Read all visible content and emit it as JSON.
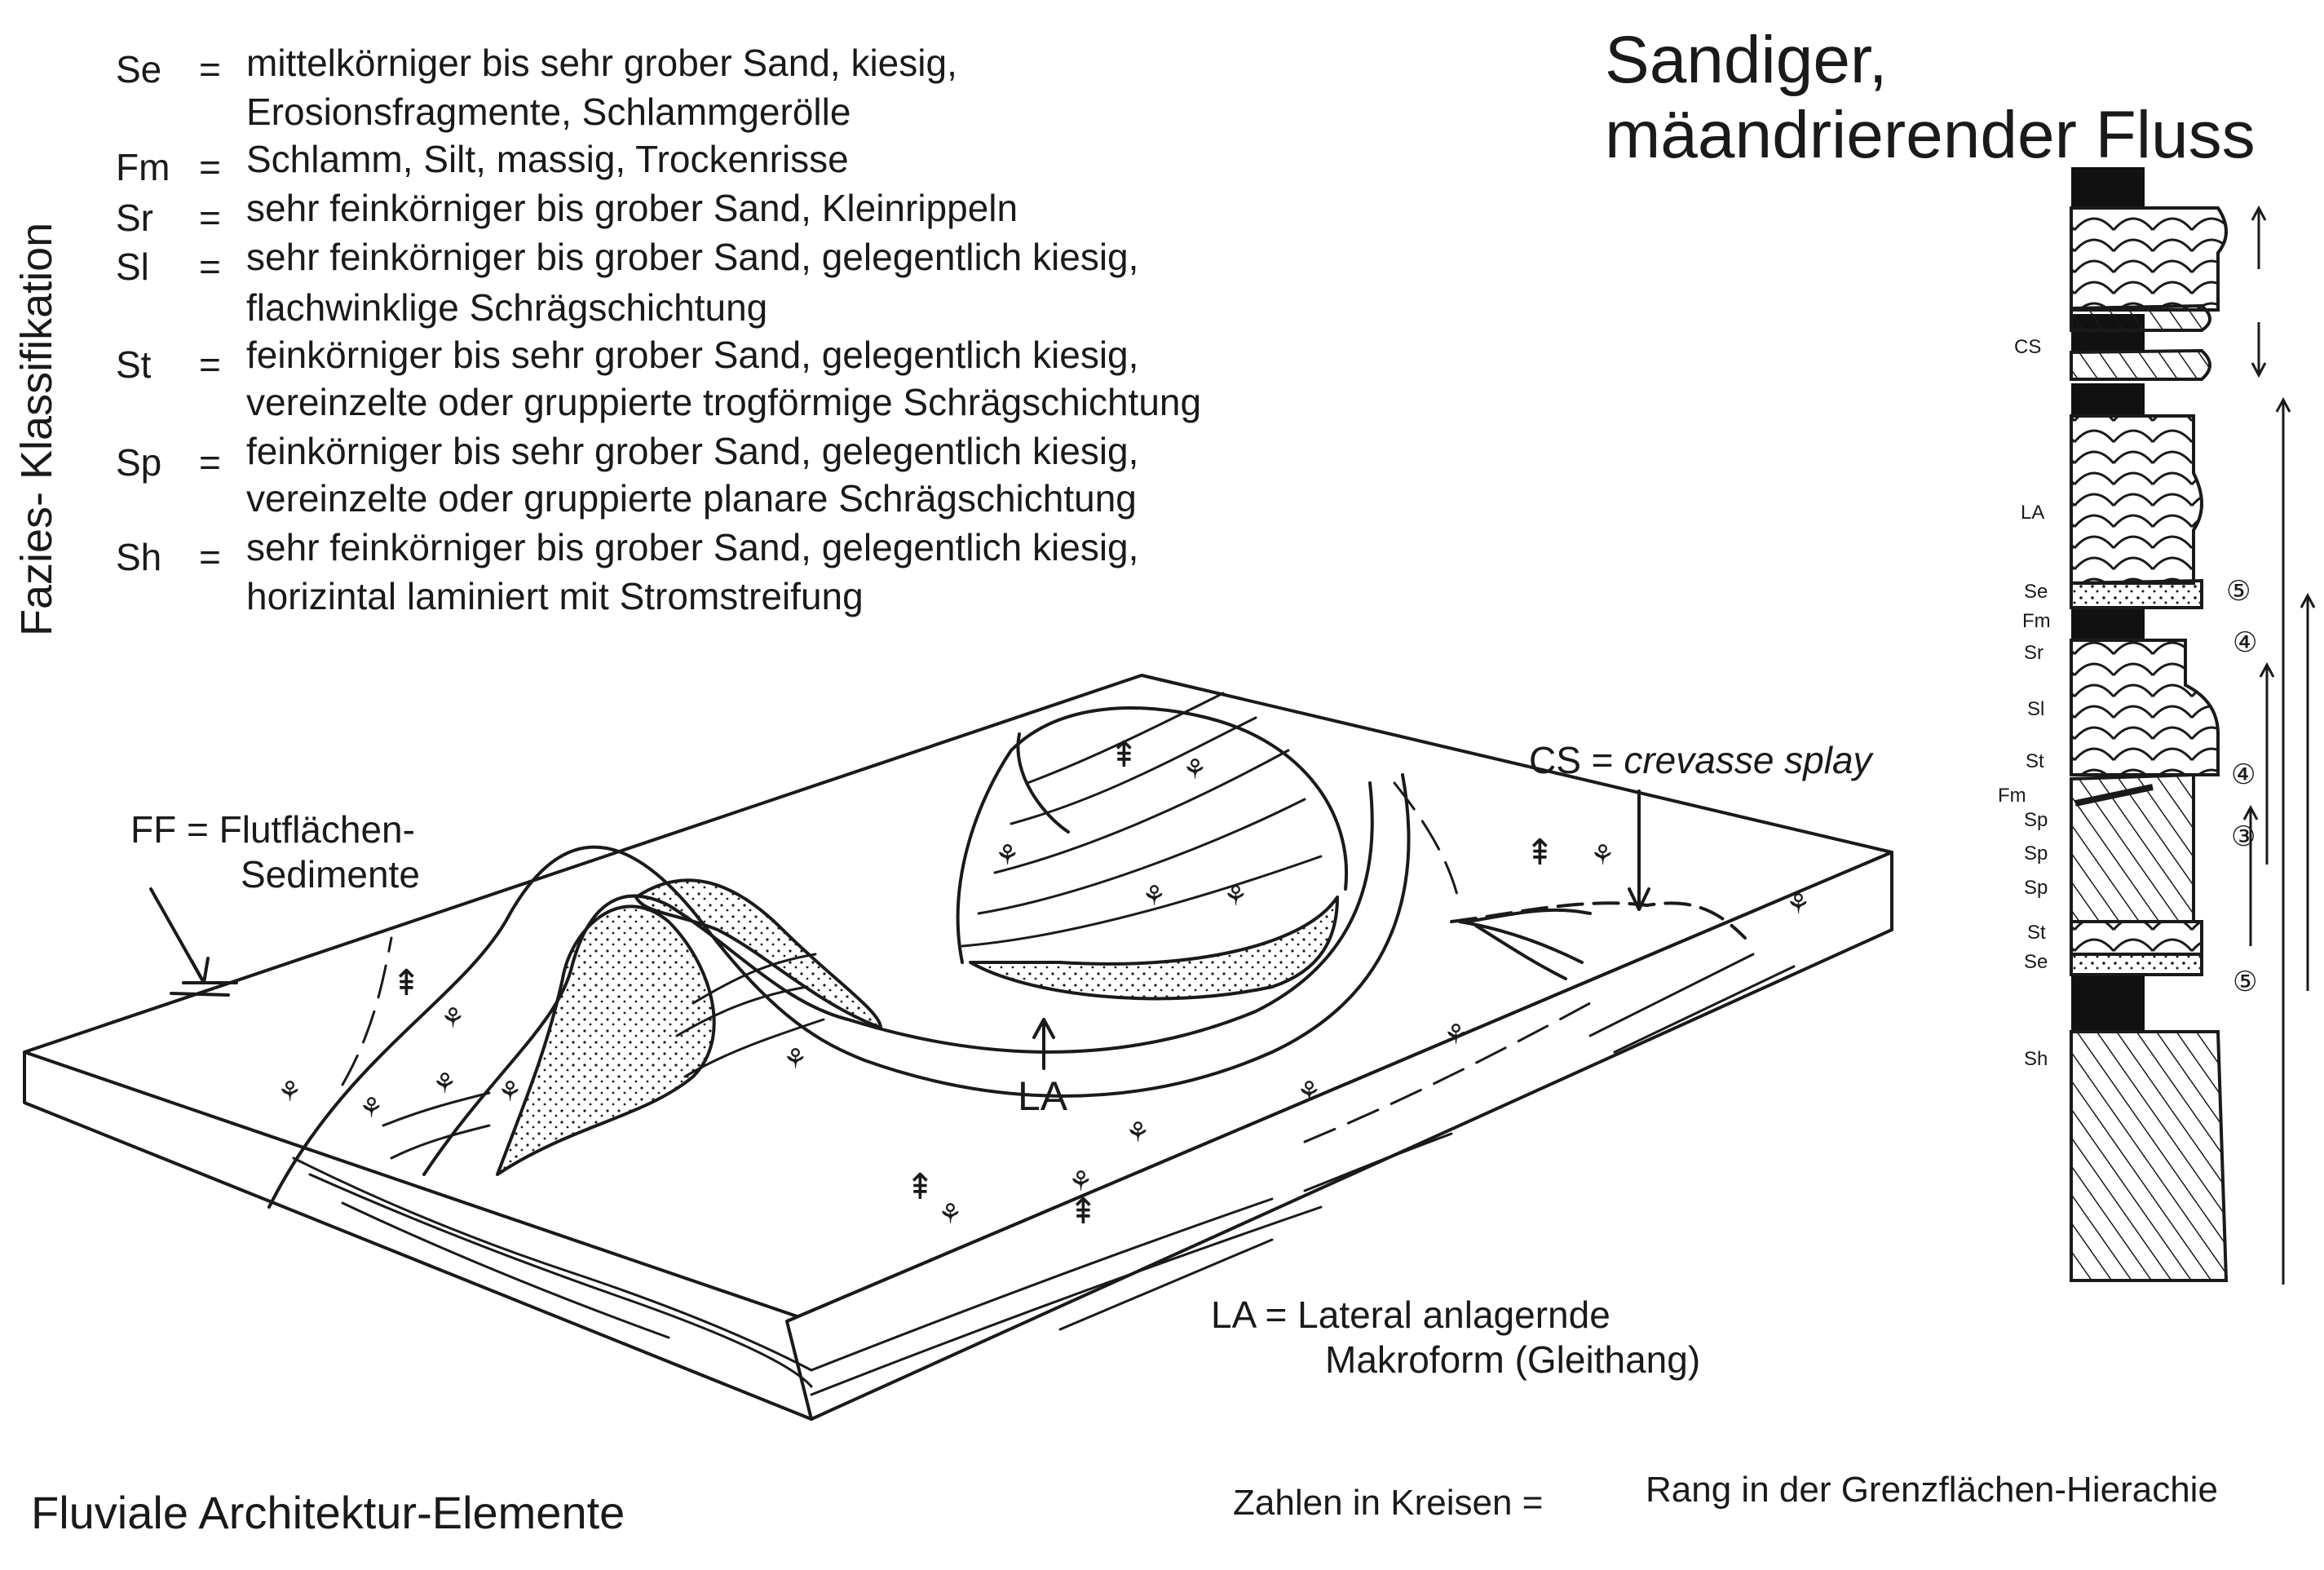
{
  "side_title": "Fazies- Klassifikation",
  "title": {
    "line1": "Sandiger,",
    "line2": "mäandrierender Fluss"
  },
  "legend": [
    {
      "code": "Se",
      "lines": [
        "mittelkörniger bis sehr grober Sand, kiesig,",
        "Erosionsfragmente, Schlammgerölle"
      ]
    },
    {
      "code": "Fm",
      "lines": [
        "Schlamm, Silt, massig, Trockenrisse"
      ]
    },
    {
      "code": "Sr",
      "lines": [
        "sehr feinkörniger bis grober Sand, Kleinrippeln"
      ]
    },
    {
      "code": "Sl",
      "lines": [
        "sehr feinkörniger bis grober Sand, gelegentlich kiesig,",
        "flachwinklige Schrägschichtung"
      ]
    },
    {
      "code": "St",
      "lines": [
        "feinkörniger bis sehr grober Sand, gelegentlich kiesig,",
        "vereinzelte oder gruppierte trogförmige Schrägschichtung"
      ]
    },
    {
      "code": "Sp",
      "lines": [
        "feinkörniger bis sehr grober Sand, gelegentlich kiesig,",
        "vereinzelte oder gruppierte planare Schrägschichtung"
      ]
    },
    {
      "code": "Sh",
      "lines": [
        "sehr feinkörniger bis grober Sand, gelegentlich kiesig,",
        "horizintal laminiert mit Stromstreifung"
      ]
    }
  ],
  "equals": "=",
  "labels": {
    "ff_line1": "FF = Flutflächen-",
    "ff_line2": "Sedimente",
    "cs_prefix": "CS = ",
    "cs_term": "crevasse splay",
    "la": "LA",
    "la_def_line1": "LA = Lateral anlagernde",
    "la_def_line2": "Makroform (Gleithang)"
  },
  "column_labels": [
    "CS",
    "LA",
    "Se",
    "Fm",
    "Sr",
    "Sl",
    "St",
    "Fm",
    "Sp",
    "Sp",
    "Sp",
    "St",
    "Se",
    "Sh"
  ],
  "circled_ranks": [
    "⑤",
    "④",
    "④",
    "③",
    "⑤"
  ],
  "footer": {
    "left": "Fluviale Architektur-Elemente",
    "key": "Zahlen in Kreisen =",
    "value": "Rang in der Grenzflächen-Hierachie"
  }
}
